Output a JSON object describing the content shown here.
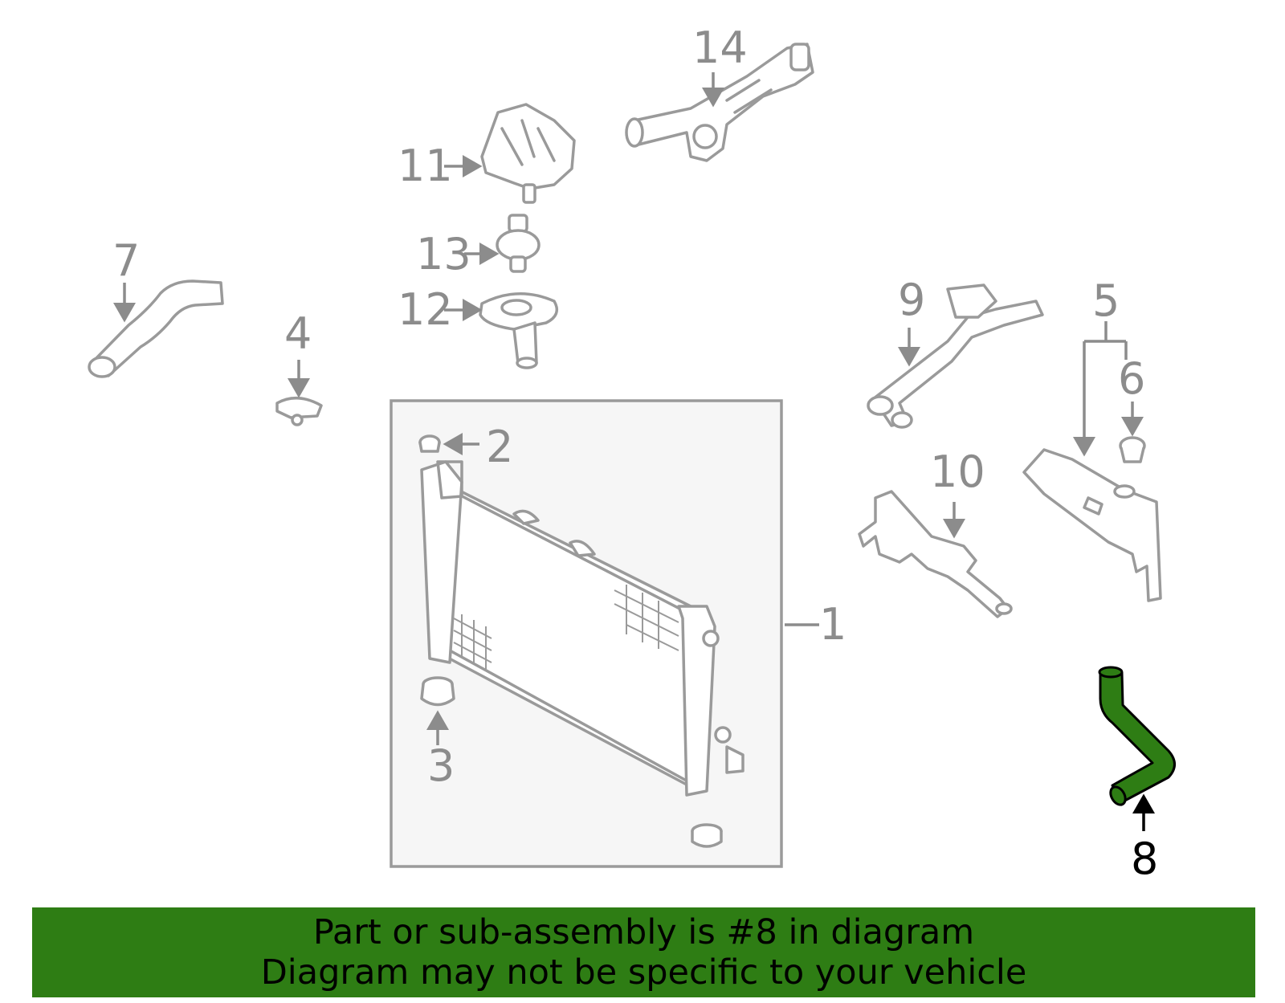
{
  "callouts": {
    "p1": "1",
    "p2": "2",
    "p3": "3",
    "p4": "4",
    "p5": "5",
    "p6": "6",
    "p7": "7",
    "p8": "8",
    "p9": "9",
    "p10": "10",
    "p11": "11",
    "p12": "12",
    "p13": "13",
    "p14": "14"
  },
  "highlighted_part": "8",
  "banner": {
    "line1": "Part or sub-assembly is #8 in diagram",
    "line2": "Diagram may not be specific to your vehicle"
  },
  "colors": {
    "highlight": "#2e7d14",
    "banner_bg": "#2e7d14",
    "part_stroke": "#9a9a9a",
    "label_gray": "#8c8c8c",
    "assembly_box_fill": "#f6f6f6"
  }
}
